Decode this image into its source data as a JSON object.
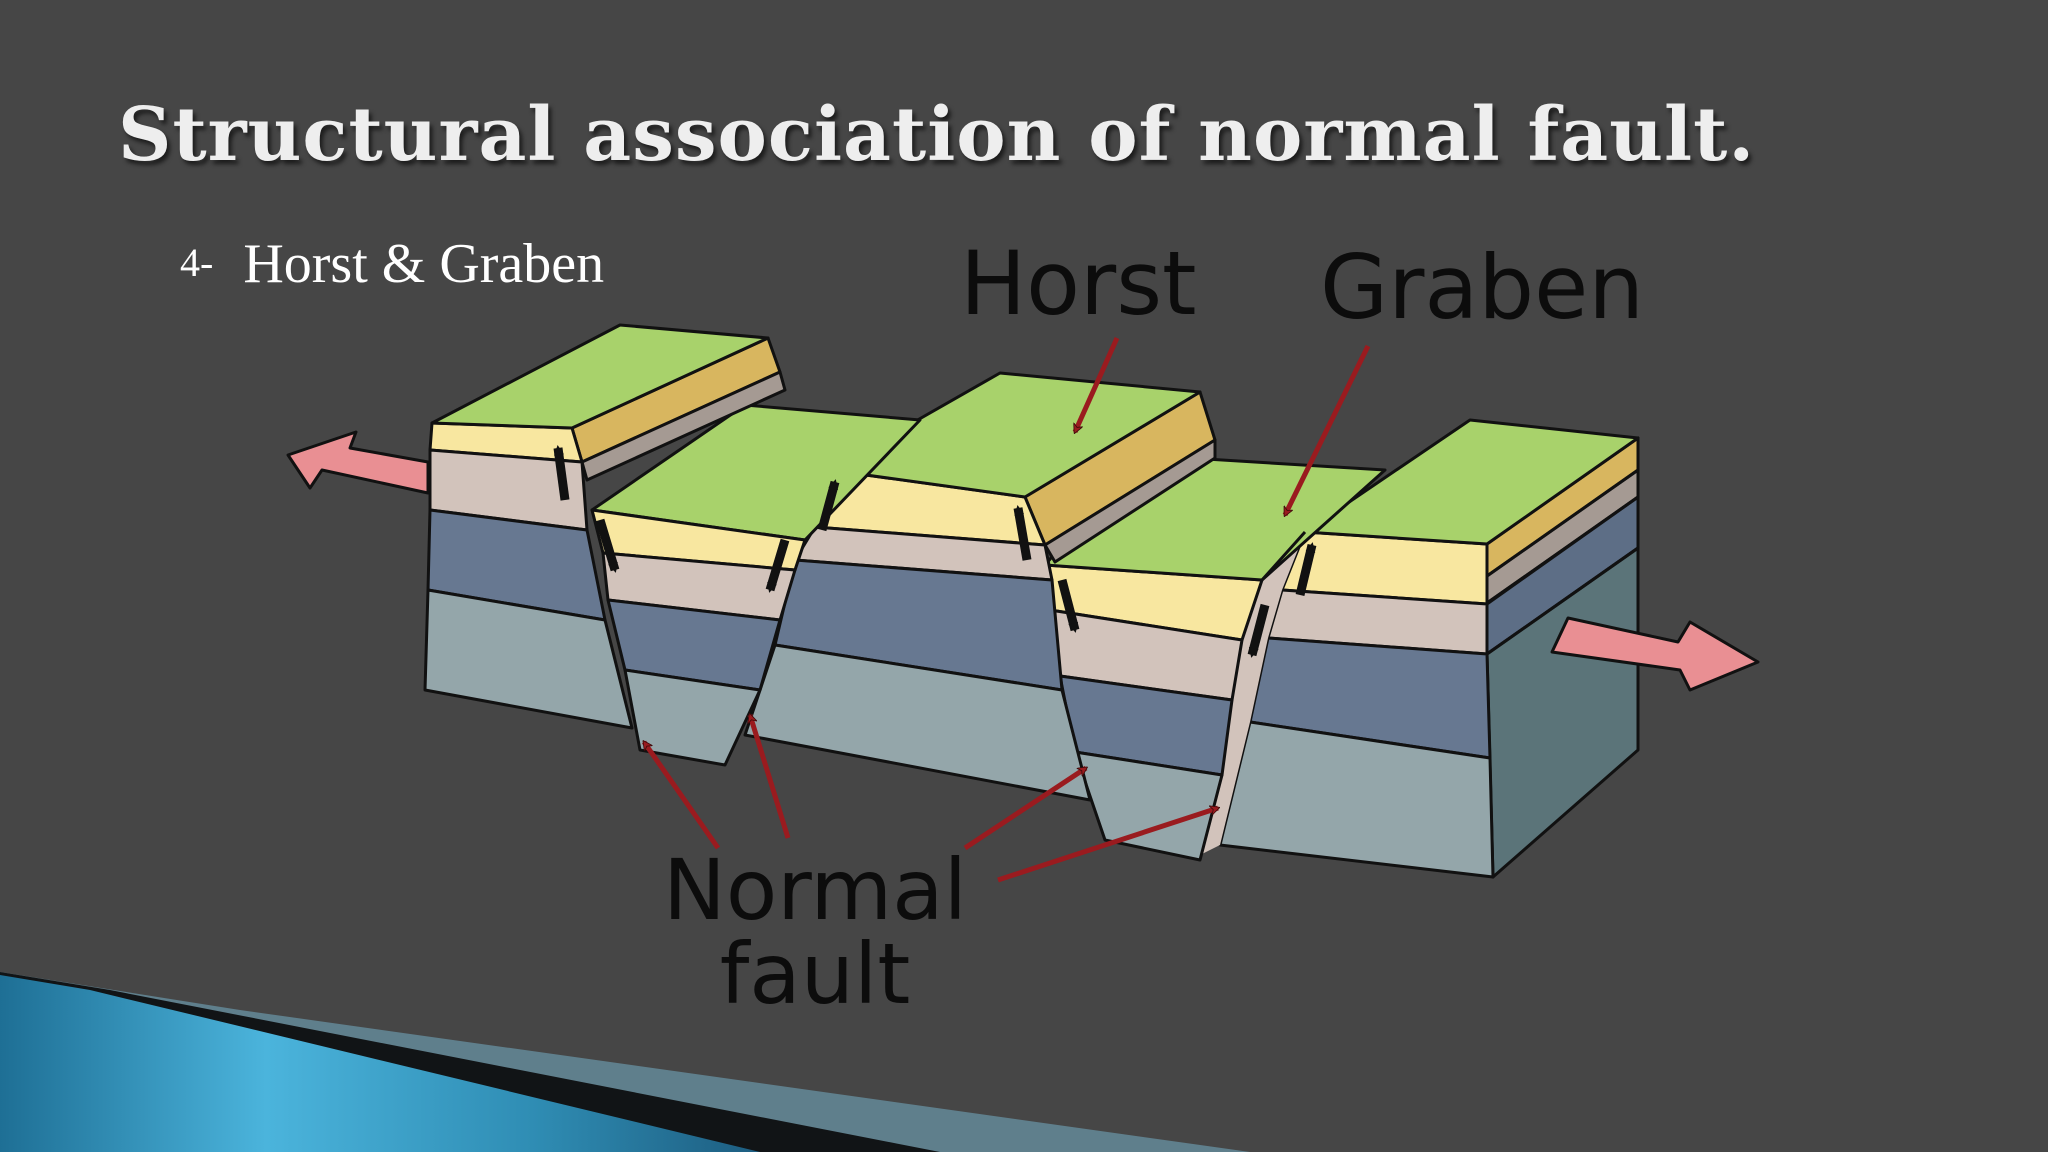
{
  "slide": {
    "title": "Structural association of normal fault.",
    "bullet_number": "4-",
    "bullet_text": "Horst & Graben"
  },
  "diagram": {
    "labels": {
      "horst": "Horst",
      "graben": "Graben",
      "normal_fault_line1": "Normal",
      "normal_fault_line2": "fault"
    },
    "colors": {
      "surface_green": "#a8d26b",
      "layer_yellow": "#f8e7a0",
      "layer_beige": "#d2c3bb",
      "layer_slate": "#677891",
      "layer_grey_blue": "#94a6aa",
      "label_arrow": "#9a1b1f",
      "extension_arrow": "#e98f93"
    }
  }
}
